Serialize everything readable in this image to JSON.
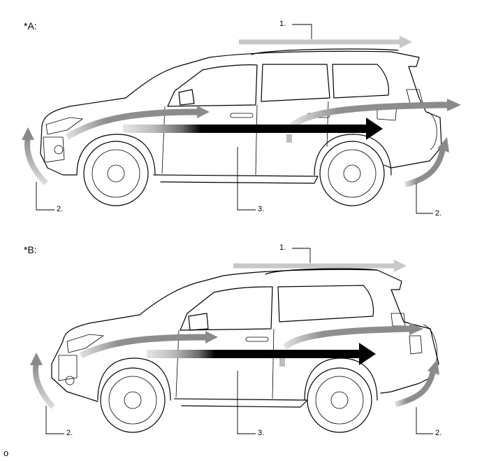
{
  "panels": [
    {
      "label": "*A:",
      "callouts": [
        "1.",
        "2.",
        "3.",
        "2."
      ]
    },
    {
      "label": "*B:",
      "callouts": [
        "1.",
        "2.",
        "3.",
        "2."
      ]
    }
  ],
  "footer": "o",
  "colors": {
    "roof_flow": "#c8c8c8",
    "side_flow": "#9a9a9a",
    "under_flow": "#000000"
  }
}
